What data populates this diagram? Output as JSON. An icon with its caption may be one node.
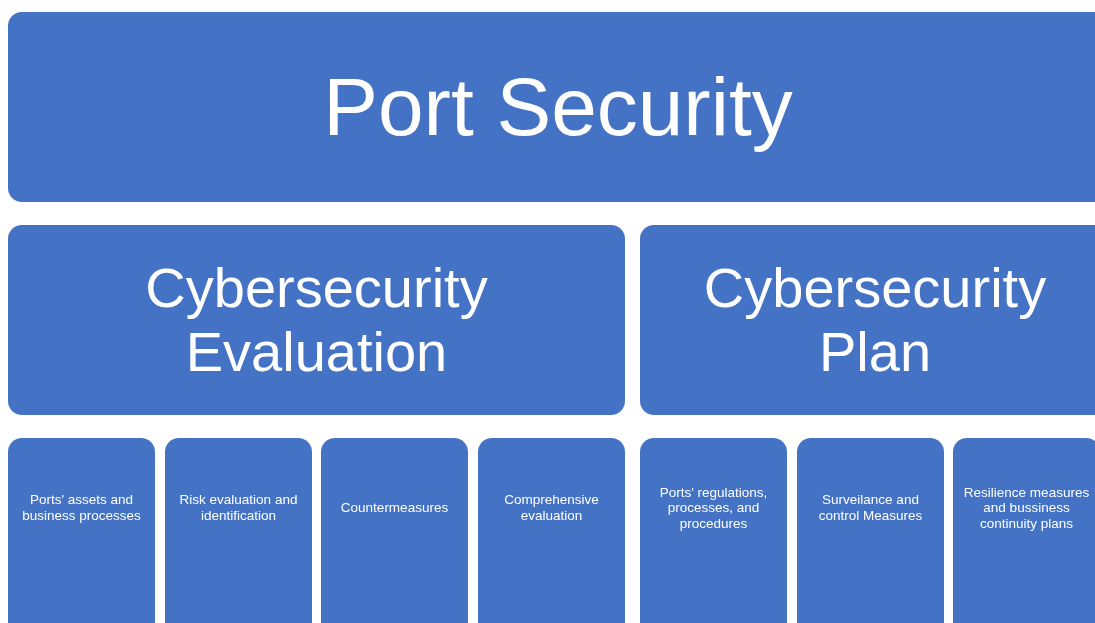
{
  "diagram": {
    "nodes": [
      {
        "text": [
          "Port Security"
        ]
      },
      {
        "text": [
          "Cybersecurity Evaluation"
        ]
      },
      {
        "text": [
          "Cybersecurity Plan"
        ]
      },
      {
        "text": [
          "Ports' assets and business processes"
        ]
      },
      {
        "text": [
          "Risk evaluation and identification"
        ]
      },
      {
        "text": [
          "Countermeasures"
        ]
      },
      {
        "text": [
          "Comprehensive evaluation"
        ]
      },
      {
        "text": [
          "Ports' regulations, processes, and procedures"
        ]
      },
      {
        "text": [
          "Surveilance and control Measures"
        ]
      },
      {
        "text": [
          "Resilience measures and bussiness continuity plans"
        ]
      }
    ]
  }
}
